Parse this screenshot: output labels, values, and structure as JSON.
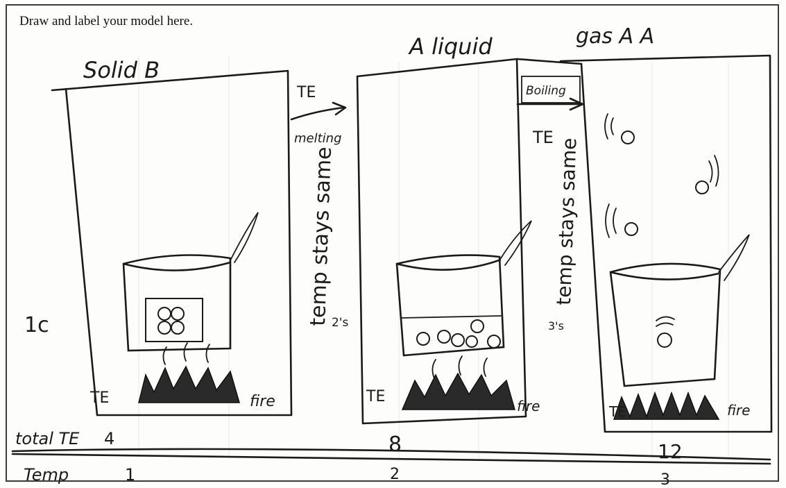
{
  "prompt": "Draw and label your model here.",
  "states": [
    {
      "label_letter": "B",
      "state": "Solid",
      "energy_label": "TE",
      "fire_label": "fire"
    },
    {
      "label_letter": "A",
      "state": "liquid",
      "energy_label": "TE",
      "fire_label": "fire"
    },
    {
      "label_letter": "A",
      "state": "gas",
      "energy_label": "TE",
      "fire_label": "fire"
    }
  ],
  "header": {
    "solid_b": "Solid  B",
    "a_liquid": "A  liquid",
    "gas_a": "gas A  A"
  },
  "transitions": [
    {
      "from_te": "TE",
      "process": "melting",
      "note": "temp stays same",
      "time": "2's"
    },
    {
      "process": "Boiling",
      "from_te": "TE",
      "note": "temp stays same",
      "time": "3's"
    }
  ],
  "left_margin_note": "1c",
  "rows": {
    "total_te_label": "total TE",
    "total_te_values": [
      "4",
      "8",
      "12"
    ],
    "temp_label": "Temp",
    "temp_values": [
      "1",
      "2",
      "3"
    ]
  }
}
